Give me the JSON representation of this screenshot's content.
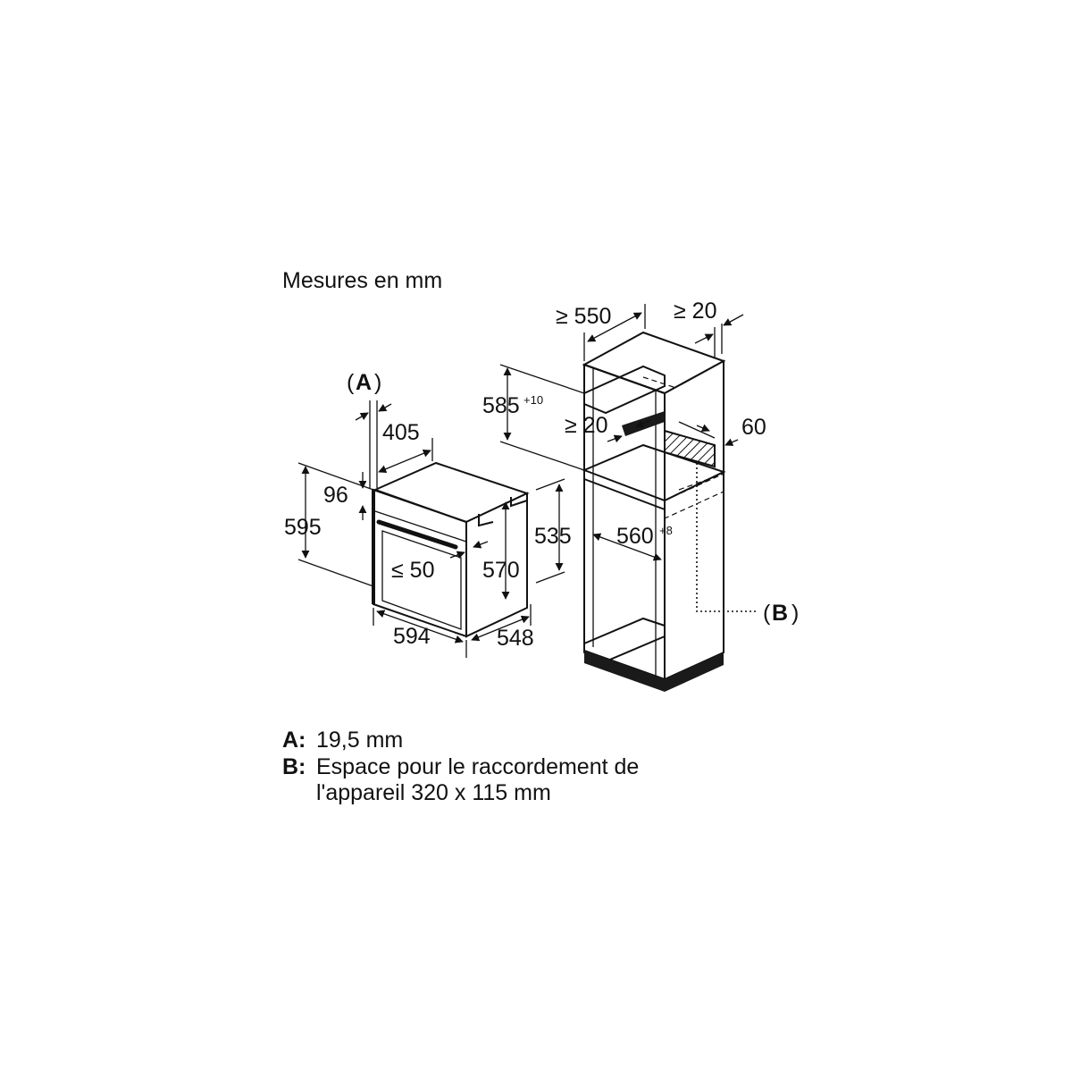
{
  "title": "Mesures en mm",
  "dimensions": {
    "A_label": "A",
    "A_paren_open": "(",
    "A_paren_close": ")",
    "d405": "405",
    "d96": "96",
    "d595": "595",
    "d50": "≤ 50",
    "d570": "570",
    "d535": "535",
    "d594": "594",
    "d548": "548",
    "d550": "≥ 550",
    "d20_top": "≥ 20",
    "d585": "585",
    "d585_tol": "+10",
    "d20_mid": "≥ 20",
    "d60": "60",
    "d560": "560",
    "d560_tol": "+8",
    "B_label": "B",
    "B_paren_open": "(",
    "B_paren_close": ")"
  },
  "legend": [
    {
      "key": "A:",
      "text": "19,5 mm"
    },
    {
      "key": "B:",
      "text": "Espace pour le raccordement de"
    },
    {
      "key": "",
      "text": "l'appareil 320 x 115 mm"
    }
  ]
}
